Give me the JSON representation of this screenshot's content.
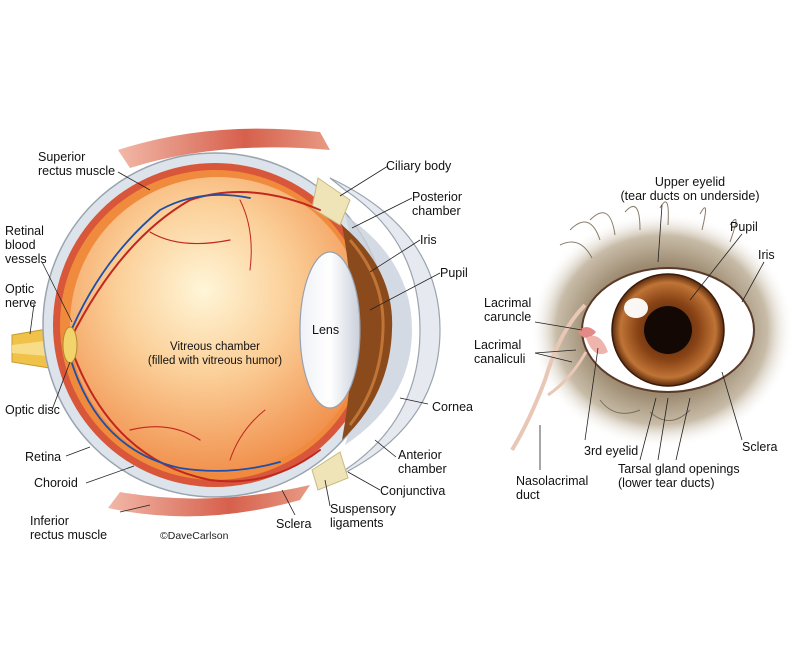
{
  "left_eye": {
    "labels": {
      "superior_rectus": [
        "Superior",
        "rectus muscle"
      ],
      "retinal_vessels": [
        "Retinal",
        "blood",
        "vessels"
      ],
      "optic_nerve": [
        "Optic",
        "nerve"
      ],
      "optic_disc": "Optic disc",
      "retina": "Retina",
      "choroid": "Choroid",
      "inferior_rectus": [
        "Inferior",
        "rectus muscle"
      ],
      "sclera": "Sclera",
      "suspensory": [
        "Suspensory",
        "ligaments"
      ],
      "conjunctiva": "Conjunctiva",
      "anterior_chamber": [
        "Anterior",
        "chamber"
      ],
      "cornea": "Cornea",
      "pupil": "Pupil",
      "iris": "Iris",
      "posterior_chamber": [
        "Posterior",
        "chamber"
      ],
      "ciliary_body": "Ciliary body",
      "lens": "Lens",
      "vitreous": [
        "Vitreous chamber",
        "(filled with vitreous humor)"
      ]
    },
    "credit": "©DaveCarlson"
  },
  "right_eye": {
    "labels": {
      "upper_eyelid": [
        "Upper eyelid",
        "(tear ducts on underside)"
      ],
      "pupil": "Pupil",
      "iris": "Iris",
      "lacrimal_caruncle": [
        "Lacrimal",
        "caruncle"
      ],
      "lacrimal_canaliculi": [
        "Lacrimal",
        "canaliculi"
      ],
      "third_eyelid": "3rd eyelid",
      "nasolacrimal": [
        "Nasolacrimal",
        "duct"
      ],
      "tarsal": [
        "Tarsal gland openings",
        "(lower tear ducts)"
      ],
      "sclera": "Sclera"
    }
  },
  "colors": {
    "vitreous": "#f6b27a",
    "retina": "#f08a3c",
    "vessel_red": "#c0271f",
    "vessel_blue": "#1f4fa8",
    "sclera_grey": "#d6dde4",
    "muscle": "#d25a4a",
    "nerve": "#f0c24a",
    "iris_brown": "#8a4a1c",
    "fur": "#a08e74"
  }
}
